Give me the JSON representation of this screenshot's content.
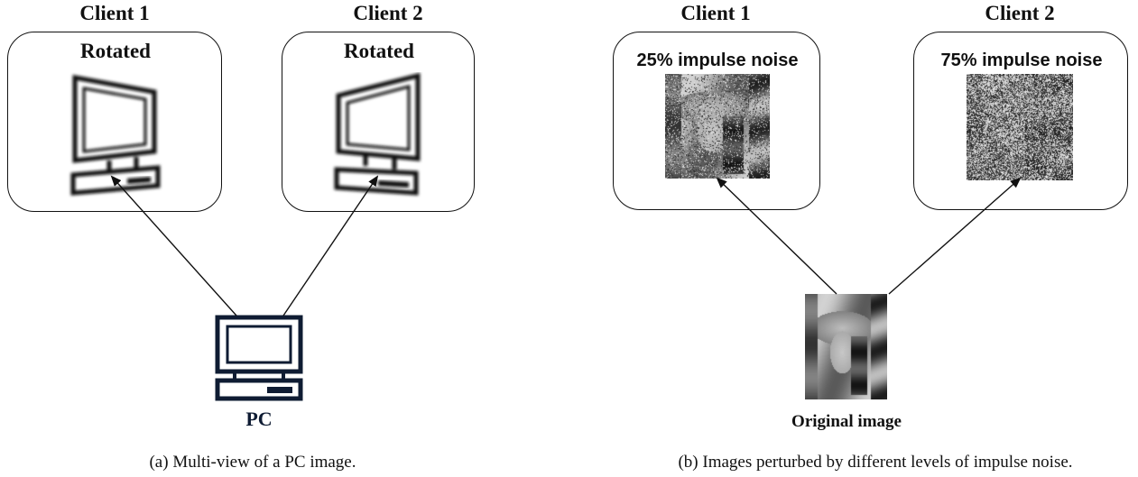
{
  "panel_a": {
    "client1": {
      "title": "Client 1",
      "label": "Rotated",
      "icon": "rotated-monitor-icon"
    },
    "client2": {
      "title": "Client 2",
      "label": "Rotated",
      "icon": "rotated-monitor-icon"
    },
    "source": {
      "label": "PC",
      "icon": "desktop-pc-icon",
      "color": "#0f1c33"
    },
    "caption": "(a) Multi-view of a PC image."
  },
  "panel_b": {
    "client1": {
      "title": "Client 1",
      "label": "25% impulse noise",
      "noise_level": 0.25
    },
    "client2": {
      "title": "Client 2",
      "label": "75% impulse noise",
      "noise_level": 0.75
    },
    "source": {
      "label": "Original image"
    },
    "caption": "(b) Images perturbed by different levels of impulse noise."
  }
}
